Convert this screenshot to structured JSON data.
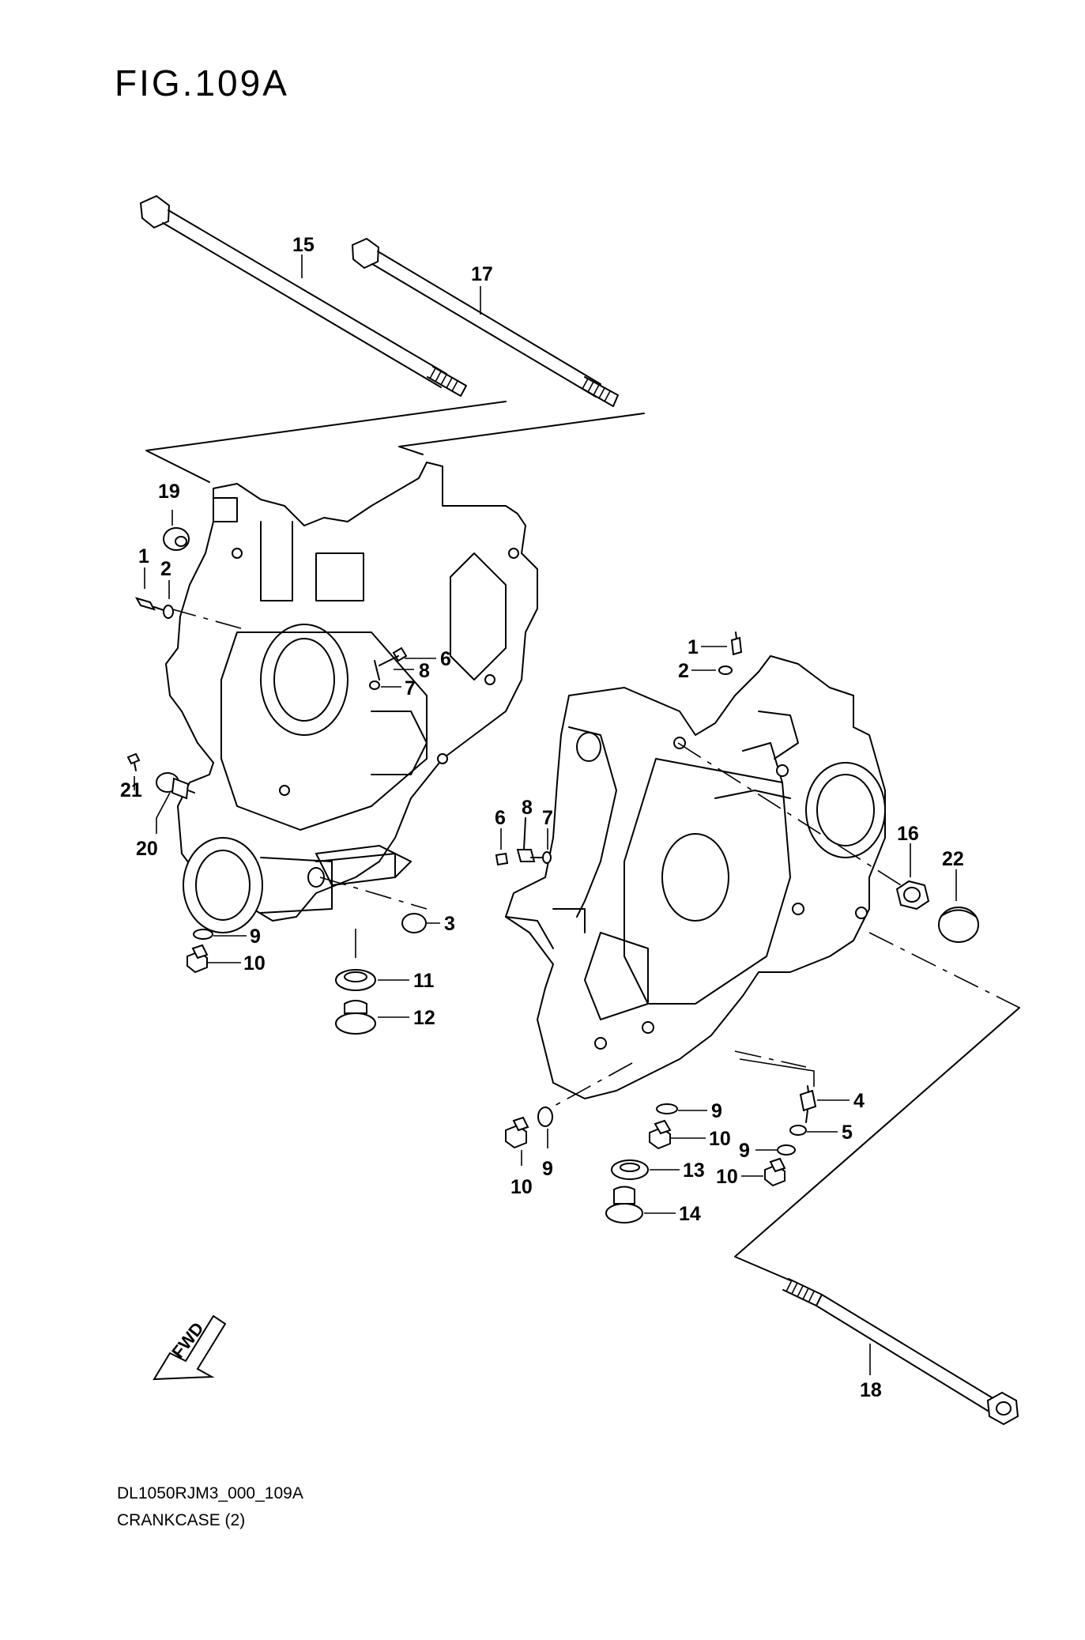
{
  "figure": {
    "title": "FIG.109A",
    "code": "DL1050RJM3_000_109A",
    "name": "CRANKCASE (2)",
    "fwd_label": "FWD"
  },
  "callouts": [
    {
      "id": "c15",
      "text": "15"
    },
    {
      "id": "c17",
      "text": "17"
    },
    {
      "id": "c19",
      "text": "19"
    },
    {
      "id": "c1a",
      "text": "1"
    },
    {
      "id": "c2a",
      "text": "2"
    },
    {
      "id": "c6a",
      "text": "6"
    },
    {
      "id": "c8a",
      "text": "8"
    },
    {
      "id": "c7a",
      "text": "7"
    },
    {
      "id": "c21",
      "text": "21"
    },
    {
      "id": "c20",
      "text": "20"
    },
    {
      "id": "c9a",
      "text": "9"
    },
    {
      "id": "c10a",
      "text": "10"
    },
    {
      "id": "c3",
      "text": "3"
    },
    {
      "id": "c11",
      "text": "11"
    },
    {
      "id": "c12",
      "text": "12"
    },
    {
      "id": "c1b",
      "text": "1"
    },
    {
      "id": "c2b",
      "text": "2"
    },
    {
      "id": "c8b",
      "text": "8"
    },
    {
      "id": "c6b",
      "text": "6"
    },
    {
      "id": "c7b",
      "text": "7"
    },
    {
      "id": "c16",
      "text": "16"
    },
    {
      "id": "c22",
      "text": "22"
    },
    {
      "id": "c4",
      "text": "4"
    },
    {
      "id": "c9b",
      "text": "9"
    },
    {
      "id": "c10b",
      "text": "10"
    },
    {
      "id": "c5",
      "text": "5"
    },
    {
      "id": "c9c",
      "text": "9"
    },
    {
      "id": "c13",
      "text": "13"
    },
    {
      "id": "c10c",
      "text": "10"
    },
    {
      "id": "c9d",
      "text": "9"
    },
    {
      "id": "c10d",
      "text": "10"
    },
    {
      "id": "c14",
      "text": "14"
    },
    {
      "id": "c18",
      "text": "18"
    }
  ]
}
